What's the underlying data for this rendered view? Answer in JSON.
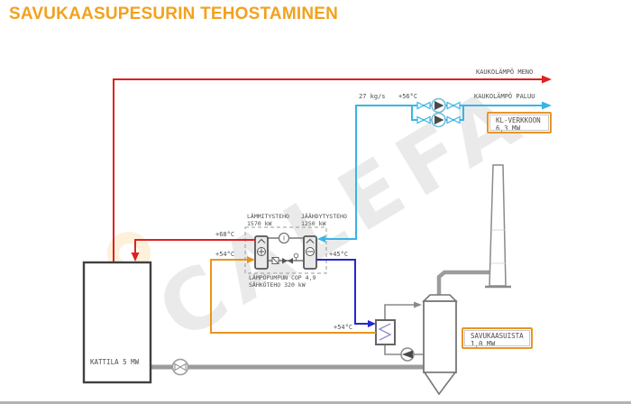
{
  "slide": {
    "title": "SAVUKAASUPESURIN TEHOSTAMINEN"
  },
  "watermark": {
    "text": "CALEFA"
  },
  "district_heating": {
    "supply_label": "KAUKOLÄMPÖ MENO",
    "return_label": "KAUKOLÄMPÖ PALUU",
    "flow_rate": "27 kg/s",
    "return_temp": "+56°C",
    "network_box": {
      "line1": "KL-VERKKOON",
      "line2": "6,3 MW"
    }
  },
  "heat_pump": {
    "heating_capacity_label": "LÄMMITYSTEHO",
    "heating_capacity_value": "1570 kW",
    "cooling_capacity_label": "JÄÄHDYTYSTEHO",
    "cooling_capacity_value": "1250 kW",
    "cop_label": "LÄMPÖPUMPUN COP 4,9",
    "power_label": "SÄHKÖTEHO 320 kW",
    "condenser_out_temp": "+68°C",
    "condenser_in_temp": "+54°C",
    "evaporator_out_temp": "+45°C"
  },
  "scrubber": {
    "box": {
      "line1": "SAVUKAASUISTA",
      "line2": "1,0 MW"
    },
    "hx_out_temp": "+54°C"
  },
  "boiler": {
    "label": "KATTILA 5 MW"
  },
  "colors": {
    "accent_orange": "#f2a11f",
    "supply_red": "#e02020",
    "return_cyan": "#3ab4e6",
    "cold_blue": "#2727d0",
    "warm_orange": "#e8941c",
    "pipe_gray": "#9c9c9c"
  }
}
